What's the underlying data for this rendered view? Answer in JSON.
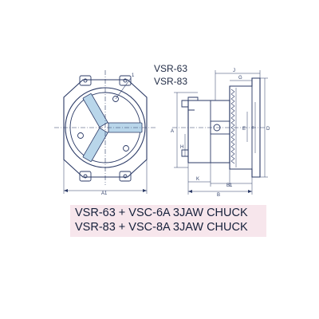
{
  "models": [
    "VSR-63",
    "VSR-83"
  ],
  "captions": [
    "VSR-63 + VSC-6A 3JAW CHUCK",
    "VSR-83 + VSC-8A 3JAW CHUCK"
  ],
  "front_view": {
    "callouts": [
      "1"
    ],
    "dims": [
      "A1"
    ]
  },
  "side_view": {
    "dims": [
      "J",
      "G",
      "E",
      "H",
      "A",
      "F",
      "K",
      "B1",
      "B",
      "D"
    ]
  },
  "colors": {
    "line": "#2b3a66",
    "jaw_fill": "#b9d6ea",
    "caption_bg": "#f7e6ec",
    "caption_text": "#16213b"
  }
}
